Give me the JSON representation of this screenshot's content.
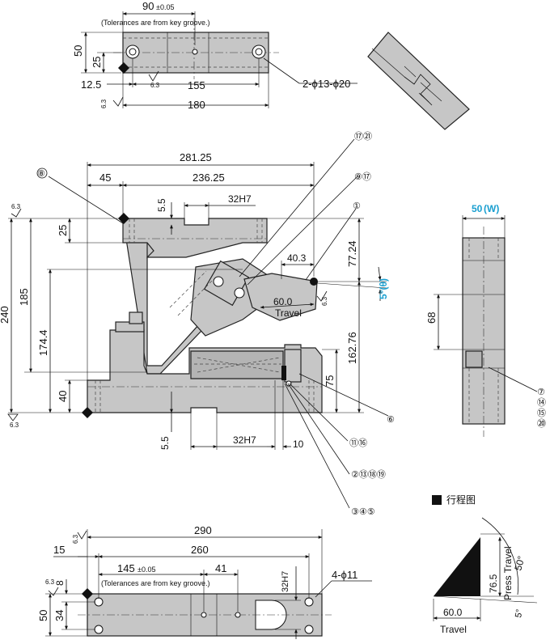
{
  "top_view": {
    "dim_90": "90",
    "dim_90_tol": "±0.05",
    "tol_note": "(Tolerances are from key groove.)",
    "dim_50": "50",
    "dim_25": "25",
    "dim_12_5": "12.5",
    "dim_155": "155",
    "dim_180": "180",
    "hole_callout": "2-ϕ13-ϕ20",
    "rough_6_3": "6.3"
  },
  "front_view": {
    "dim_281_25": "281.25",
    "dim_45": "45",
    "dim_236_25": "236.25",
    "dim_5_5_top": "5.5",
    "dim_32h7_top": "32H7",
    "dim_25": "25",
    "dim_240": "240",
    "dim_185": "185",
    "dim_174_4": "174.4",
    "dim_40": "40",
    "dim_77_24": "77.24",
    "dim_40_3": "40.3",
    "dim_60_0": "60.0",
    "travel": "Travel",
    "angle_label": "5°(θ)",
    "dim_162_76": "162.76",
    "dim_75": "75",
    "dim_5_5_bottom": "5.5",
    "dim_32h7_bottom": "32H7",
    "dim_10": "10",
    "rough_6_3": "6.3"
  },
  "balloons": {
    "b_17_21": "⑰㉑",
    "b_8": "⑧",
    "b_9_17": "⑨⑰",
    "b_1": "①",
    "b_6": "⑥",
    "b_11_16": "⑪⑯",
    "b_2_13_18_19": "②⑬⑱⑲",
    "b_3_4_5": "③④⑤",
    "b_7": "⑦",
    "b_14": "⑭",
    "b_15": "⑮",
    "b_20": "⑳"
  },
  "side_view": {
    "width_label": "50",
    "width_symbol": "(W)",
    "dim_68": "68"
  },
  "bottom_view": {
    "dim_290": "290",
    "dim_15": "15",
    "dim_260": "260",
    "dim_145": "145",
    "dim_145_tol": "±0.05",
    "tol_note": "(Tolerances are from key groove.)",
    "dim_41": "41",
    "dim_32h7": "32H7",
    "hole_callout": "4-ϕ11",
    "dim_8": "8",
    "dim_50": "50",
    "dim_34": "34",
    "rough_6_3": "6.3"
  },
  "stroke_diagram": {
    "legend_label": "行程图",
    "press_travel": "Press Travel",
    "dim_76_5": "76.5",
    "angle_50": "50°",
    "angle_5": "5°",
    "dim_60_0": "60.0",
    "travel": "Travel"
  },
  "colors": {
    "accent": "#1a9fd0",
    "part_fill": "#c6c6c6"
  }
}
